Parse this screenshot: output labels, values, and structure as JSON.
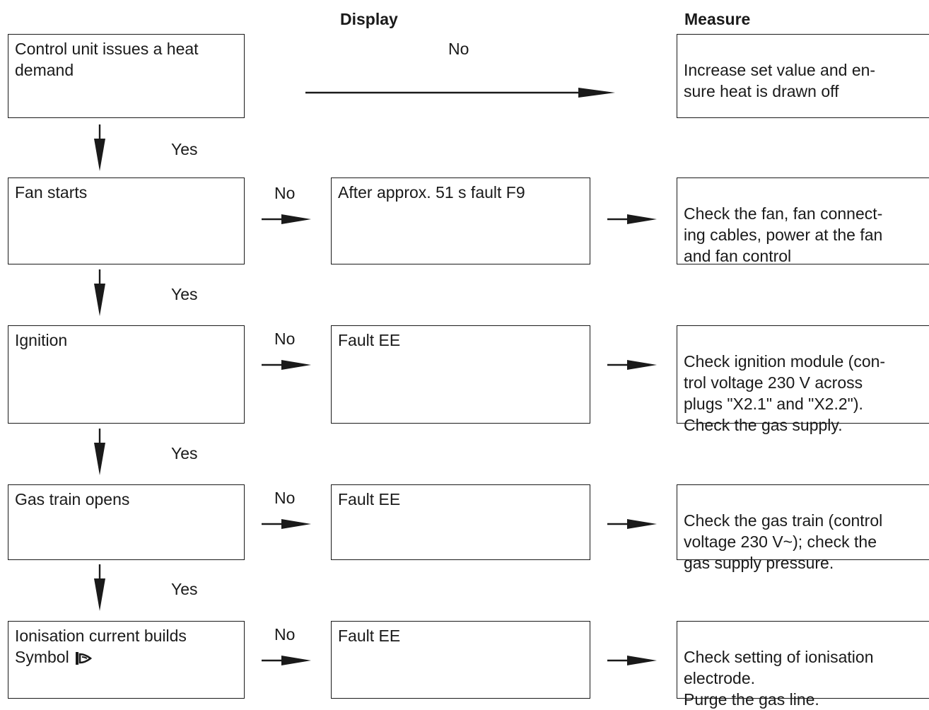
{
  "headers": {
    "display": "Display",
    "measure": "Measure"
  },
  "top_row": {
    "condition": "Control unit issues a heat demand",
    "no_label": "No",
    "measure": "Increase set value and en-\nsure heat is drawn off"
  },
  "yes_label": "Yes",
  "no_label": "No",
  "rows": [
    {
      "condition": "Fan starts",
      "display": "After approx. 51 s fault F9",
      "measure": "Check the fan, fan connect-\ning cables, power at the fan\nand fan control"
    },
    {
      "condition": "Ignition",
      "display": "Fault EE",
      "measure": "Check ignition module (con-\ntrol voltage 230 V across\nplugs \"X2.1\" and \"X2.2\").\nCheck the gas supply."
    },
    {
      "condition": "Gas train opens",
      "display": "Fault EE",
      "measure": "Check the gas train (control\nvoltage 230 V~); check the\ngas supply pressure."
    },
    {
      "condition": "Ionisation current builds",
      "condition_line2": "Symbol",
      "condition_icon": "flame-symbol-icon",
      "display": "Fault EE",
      "measure": "Check setting of ionisation\nelectrode.\nPurge the gas line."
    }
  ]
}
